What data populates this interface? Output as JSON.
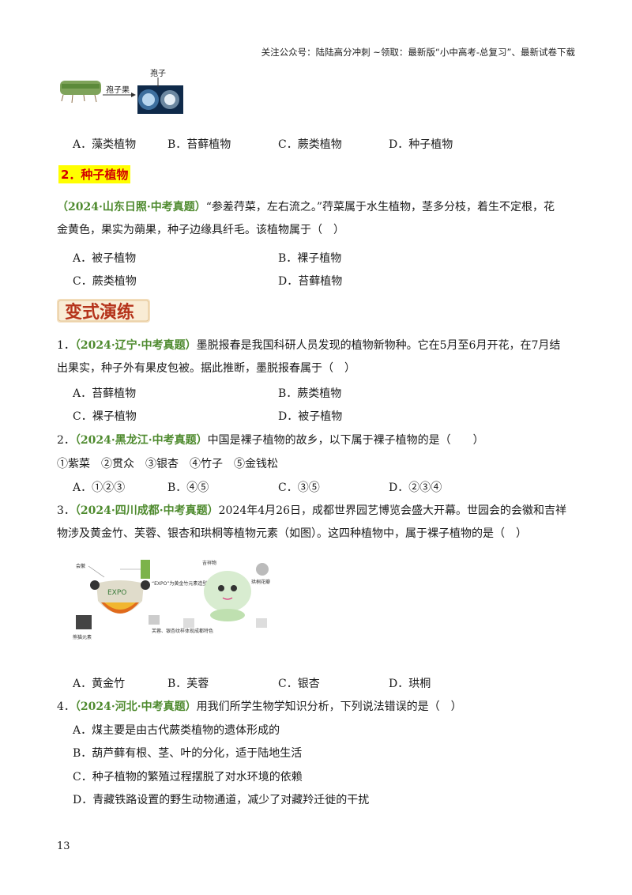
{
  "header": "关注公众号：陆陆高分冲刺 ~领取：最新版“小中高考-总复习”、最新试卷下载",
  "top_figure": {
    "label_spore": "孢子",
    "label_sporangium": "孢子果"
  },
  "q0_options": [
    "A．藻类植物",
    "B．苔藓植物",
    "C．蕨类植物",
    "D．种子植物"
  ],
  "section2_title": "2．种子植物",
  "example": {
    "tag": "（2024·山东日照·中考真题）",
    "line1": "“参差荇菜，左右流之。”荇菜属于水生植物，茎多分枝，着生不定根，花",
    "line2": "金黄色，果实为蒴果，种子边缘具纤毛。该植物属于（　）",
    "options": [
      "A．被子植物",
      "B．裸子植物",
      "C．蕨类植物",
      "D．苔藓植物"
    ]
  },
  "banner_title": "变式演练",
  "q1": {
    "num": "1．",
    "tag": "（2024·辽宁·中考真题）",
    "line1": "墨脱报春是我国科研人员发现的植物新物种。它在5月至6月开花，在7月结",
    "line2": "出果实，种子外有果皮包被。据此推断，墨脱报春属于（　）",
    "options": [
      "A．苔藓植物",
      "B．蕨类植物",
      "C．裸子植物",
      "D．被子植物"
    ]
  },
  "q2": {
    "num": "2．",
    "tag": "（2024·黑龙江·中考真题）",
    "line1": "中国是裸子植物的故乡，以下属于裸子植物的是（　　）",
    "items": "①紫菜　②贯众　③银杏　④竹子　⑤金钱松",
    "options": [
      "A．①②③",
      "B．④⑤",
      "C．③⑤",
      "D．②③④"
    ]
  },
  "q3": {
    "num": "3．",
    "tag": "（2024·四川成都·中考真题）",
    "line1": "2024年4月26日，成都世界园艺博览会盛大开幕。世园会的会徽和吉祥",
    "line2": "物涉及黄金竹、芙蓉、银杏和珙桐等植物元素（如图）。这四种植物中，属于裸子植物的是（　）",
    "figure": {
      "emblem_label": "会徽",
      "expo_text": "EXPO",
      "expo_note": "“EXPO”为黄金竹元素造型设计",
      "mascot_label": "吉祥物",
      "note_ginkgo": "芙蓉、银杏纹样体现成都特色",
      "note_panda": "熊猫元素",
      "note_dove": "珙桐花瓣"
    },
    "options": [
      "A．黄金竹",
      "B．芙蓉",
      "C．银杏",
      "D．珙桐"
    ]
  },
  "q4": {
    "num": "4．",
    "tag": "（2024·河北·中考真题）",
    "line1": "用我们所学生物学知识分析，下列说法错误的是（　）",
    "options": [
      "A．煤主要是由古代蕨类植物的遗体形成的",
      "B．葫芦藓有根、茎、叶的分化，适于陆地生活",
      "C．种子植物的繁殖过程摆脱了对水环境的依赖",
      "D．青藏铁路设置的野生动物通道，减少了对藏羚迁徙的干扰"
    ]
  },
  "page_number": "13"
}
